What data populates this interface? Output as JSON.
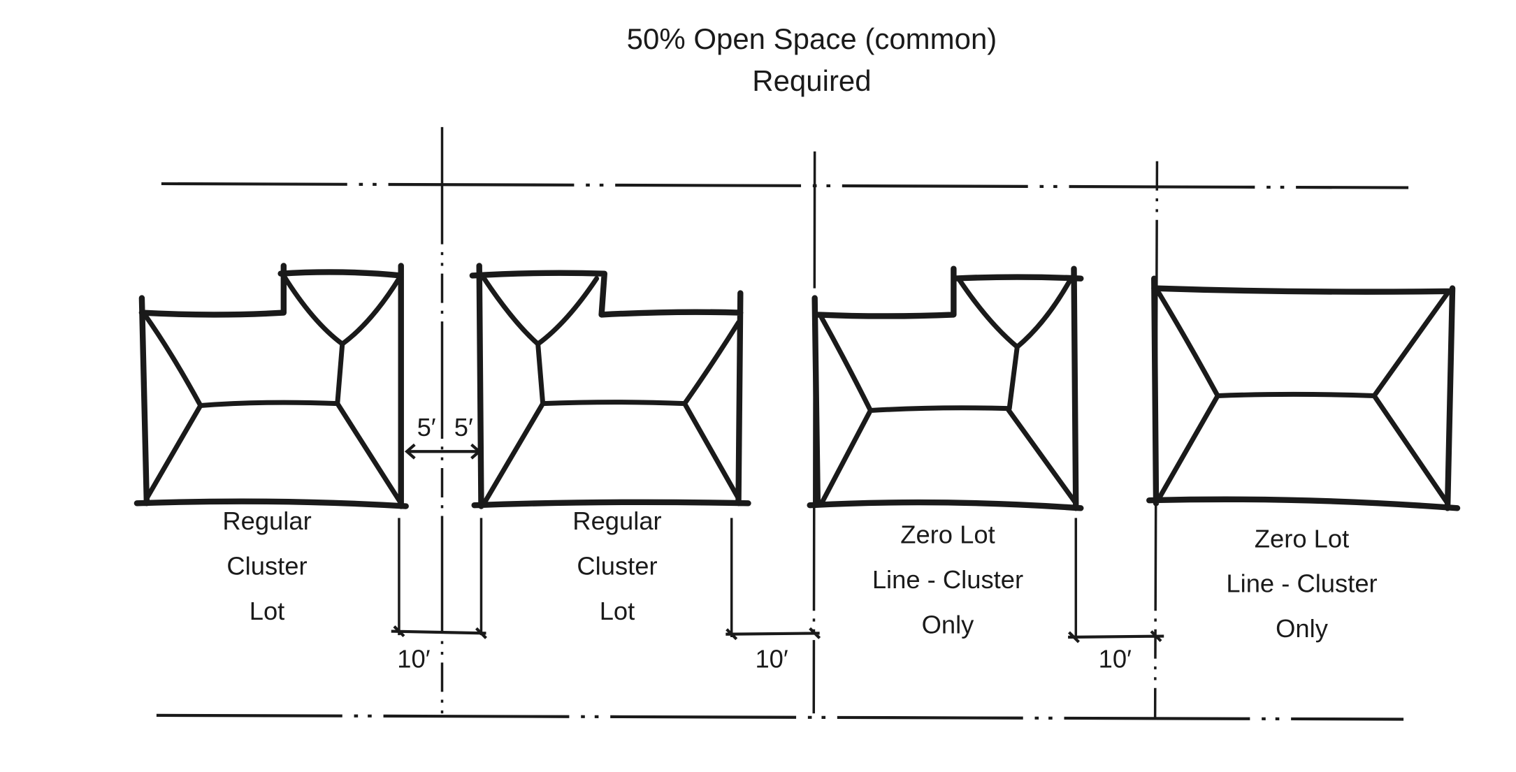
{
  "title": {
    "line1": "50% Open Space (common)",
    "line2": "Required"
  },
  "lots": [
    {
      "lines": [
        "Regular",
        "Cluster",
        "Lot"
      ]
    },
    {
      "lines": [
        "Regular",
        "Cluster",
        "Lot"
      ]
    },
    {
      "lines": [
        "Zero Lot",
        "Line - Cluster",
        "Only"
      ]
    },
    {
      "lines": [
        "Zero Lot",
        "Line - Cluster",
        "Only"
      ]
    }
  ],
  "dimensions": {
    "side_setback_left": "5′",
    "side_setback_right": "5′",
    "separations": [
      "10′",
      "10′",
      "10′"
    ]
  }
}
